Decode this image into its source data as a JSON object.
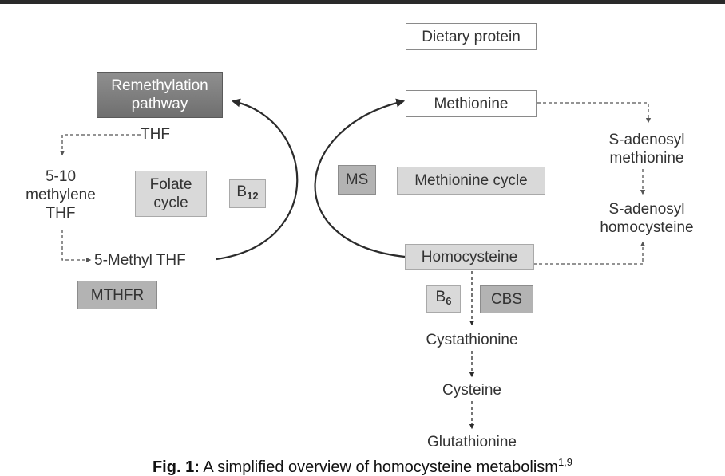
{
  "nodes": {
    "dietary_protein": "Dietary protein",
    "remethylation_line1": "Remethylation",
    "remethylation_line2": "pathway",
    "thf": "THF",
    "methylene_thf_line1": "5-10",
    "methylene_thf_line2": "methylene",
    "methylene_thf_line3": "THF",
    "folate_cycle_line1": "Folate",
    "folate_cycle_line2": "cycle",
    "b12_letter": "B",
    "b12_sub": "12",
    "methyl_thf": "5-Methyl THF",
    "mthfr": "MTHFR",
    "ms": "MS",
    "methionine": "Methionine",
    "methionine_cycle": "Methionine cycle",
    "sam_line1": "S-adenosyl",
    "sam_line2": "methionine",
    "sah_line1": "S-adenosyl",
    "sah_line2": "homocysteine",
    "homocysteine": "Homocysteine",
    "b6_letter": "B",
    "b6_sub": "6",
    "cbs": "CBS",
    "cystathionine": "Cystathionine",
    "cysteine": "Cysteine",
    "glutathionine": "Glutathionine"
  },
  "caption": {
    "label": "Fig. 1:",
    "text": " A simplified overview of homocysteine metabolism",
    "superscript": "1,9"
  }
}
